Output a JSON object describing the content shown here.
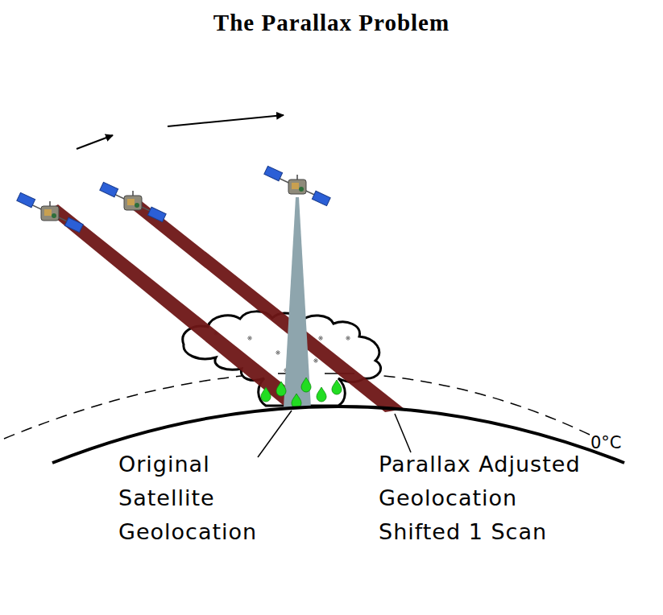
{
  "diagram": {
    "title": "The Parallax Problem",
    "labels": [
      "0°C",
      "Original Satellite Geolocation",
      "Parallax Adjusted Geolocation Shifted 1 Scan"
    ]
  }
}
